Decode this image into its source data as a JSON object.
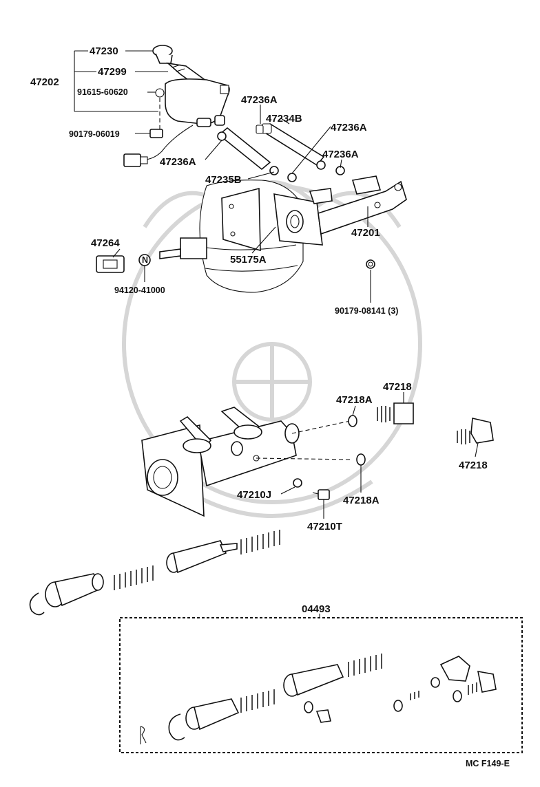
{
  "labels": {
    "p47230": "47230",
    "p47299": "47299",
    "p47202": "47202",
    "p91615": "91615-60620",
    "p90179a": "90179-06019",
    "p47236A_1": "47236A",
    "p47234B": "47234B",
    "p47236A_2": "47236A",
    "p47236A_3": "47236A",
    "p47236A_4": "47236A",
    "p47235B": "47235B",
    "p47201": "47201",
    "p47264": "47264",
    "p94120": "94120-41000",
    "p55175A": "55175A",
    "p90179b": "90179-08141 (3)",
    "p47218A_1": "47218A",
    "p47218_1": "47218",
    "p47218_2": "47218",
    "p47210J": "47210J",
    "p47218A_2": "47218A",
    "p47210T": "47210T",
    "p04493": "04493",
    "figure_code": "MC F149-E"
  },
  "icons": {
    "cap_nut_marker": "N"
  }
}
